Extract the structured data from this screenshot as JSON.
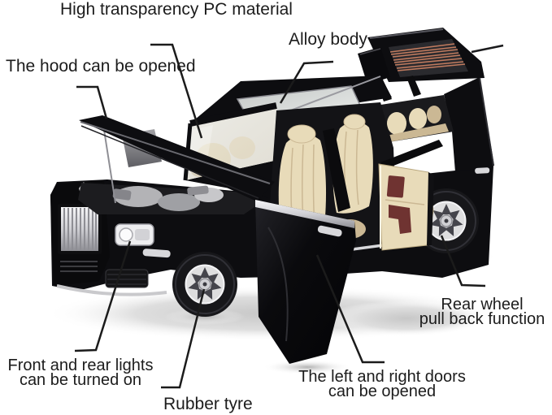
{
  "scene": {
    "type": "annotated-product-image",
    "subject": "Black die-cast model SUV with opened hood, opened left doors and opened rear tailgate, beige interior",
    "background": "#ffffff"
  },
  "annotations": {
    "pc_material": {
      "label": "High transparency PC material"
    },
    "alloy_body": {
      "label": "Alloy body"
    },
    "hood": {
      "label": "The hood can be opened"
    },
    "lights": {
      "label": "Front and rear lights\ncan be turned on"
    },
    "rubber_tyre": {
      "label": "Rubber tyre"
    },
    "doors": {
      "label": "The left and right doors\ncan be opened"
    },
    "rear_wheel": {
      "label": "Rear wheel\npull back function"
    }
  },
  "colors": {
    "background": "#ffffff",
    "text": "#1c1c1c",
    "pointer_line": "#1b1b1b",
    "body_black": "#0d0d10",
    "body_edge": "#3c3c42",
    "interior_beige": "#e8dbb9",
    "interior_beige_shadow": "#cbb894",
    "accent_maroon": "#6f3331",
    "defroster_copper": "#bf7a5e",
    "chrome": "#d8d8db",
    "chrome_dark": "#8e8e94",
    "glass": "#d9dcda",
    "tire_black": "#17171a",
    "rim_silver": "#dededf",
    "engine_silver": "#b3b3b6",
    "shadow_gray": "#d8d8d8"
  }
}
